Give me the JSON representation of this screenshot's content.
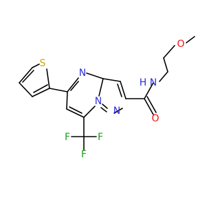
{
  "molecule": {
    "colors": {
      "bond": "#000000",
      "N": "#2e2edd",
      "O": "#ff0d0d",
      "S": "#c9a800",
      "F": "#1a9e1a",
      "H": "#2e2edd"
    },
    "atoms": {
      "S": "S",
      "N_ring_top": "N",
      "N_bridge": "N",
      "N_pyrazole": "N",
      "N_amide": "N",
      "H_amide": "H",
      "O_carbonyl": "O",
      "O_ether": "O",
      "F_left": "F",
      "F_right": "F",
      "F_bottom": "F"
    }
  }
}
